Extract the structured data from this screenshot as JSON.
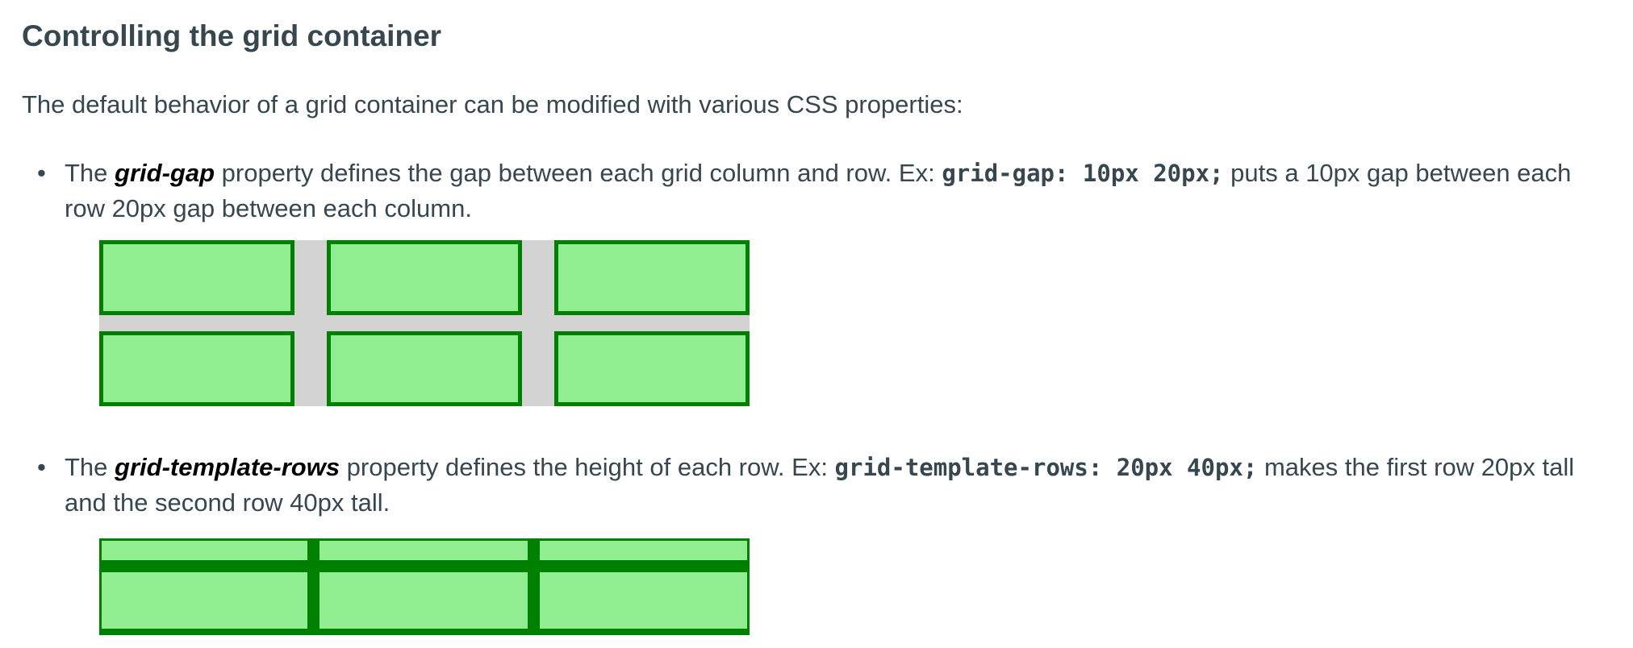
{
  "section": {
    "title": "Controlling the grid container",
    "intro": "The default behavior of a grid container can be modified with various CSS properties:"
  },
  "items": [
    {
      "lead": "The ",
      "property": "grid-gap",
      "text_before_code": " property defines the gap between each grid column and row. Ex: ",
      "code": "grid-gap: 10px 20px;",
      "text_after_code": " puts a 10px gap between each row 20px gap between each column."
    },
    {
      "lead": "The ",
      "property": "grid-template-rows",
      "text_before_code": " property defines the height of each row. Ex: ",
      "code": "grid-template-rows: 20px 40px;",
      "text_after_code": " makes the first row 20px tall and the second row 40px tall."
    }
  ],
  "colors": {
    "text": "#37474f",
    "cell_fill": "#90ee90",
    "cell_border": "#008000",
    "gap_fill": "#d3d3d3"
  }
}
